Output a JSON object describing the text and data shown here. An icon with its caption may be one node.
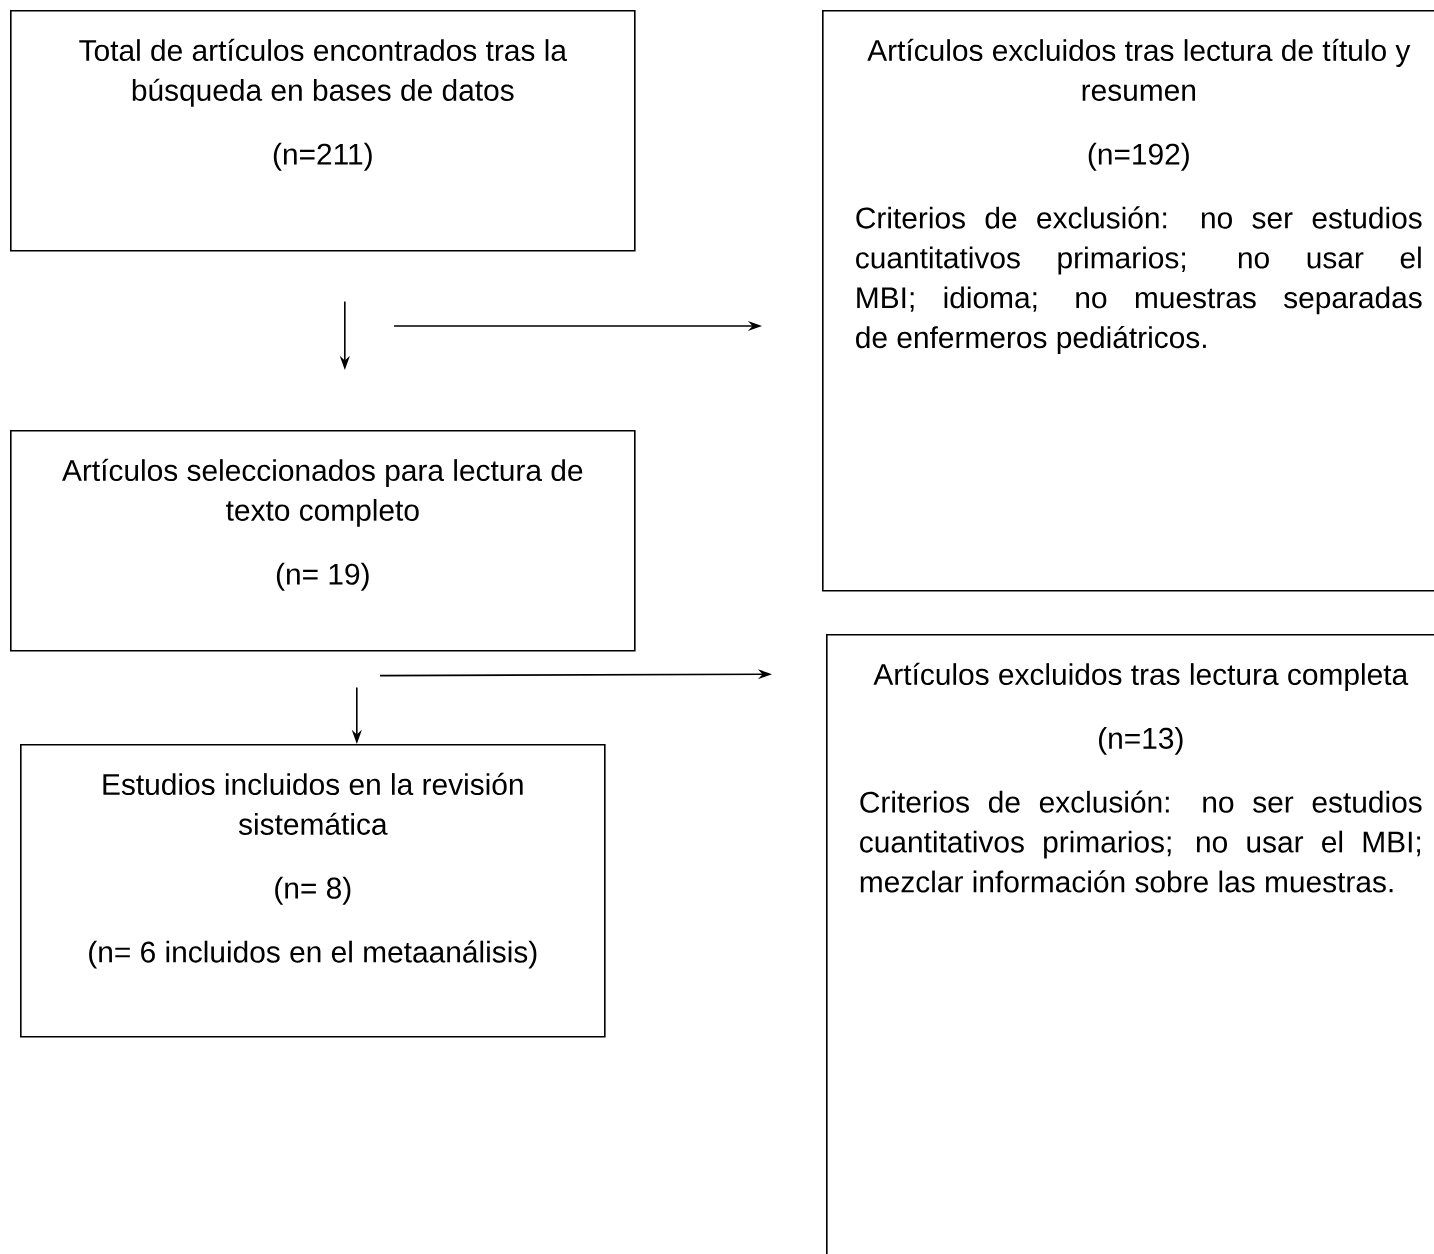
{
  "diagram": {
    "nodes": [
      {
        "text": [
          "Total de artículos encontrados tras la búsqueda en bases de datos",
          "(n=211)"
        ]
      },
      {
        "text": [
          "Artículos excluidos tras lectura de título y resumen",
          "(n=192)",
          "Criterios de exclusión: no ser estudios cuantitativos primarios; no usar el MBI; idioma; no muestras separadas de enfermeros pediátricos."
        ]
      },
      {
        "text": [
          "Artículos seleccionados para lectura de texto completo",
          "(n= 19)"
        ]
      },
      {
        "text": [
          "Estudios incluidos en la revisión sistemática",
          "(n= 8)",
          "(n= 6 incluidos en el metaanálisis)"
        ]
      },
      {
        "text": [
          "Artículos excluidos tras lectura completa",
          "(n=13)",
          "Criterios de exclusión: no ser estudios cuantitativos primarios; no usar el MBI; mezclar información sobre las muestras."
        ]
      }
    ],
    "edges": [
      {
        "from": 0,
        "to": 2,
        "arrow": "to"
      },
      {
        "from": null,
        "to": 1,
        "arrow": "to"
      },
      {
        "from": 2,
        "to": 3,
        "arrow": "to"
      },
      {
        "from": 2,
        "to": 4,
        "arrow": "to"
      }
    ]
  }
}
